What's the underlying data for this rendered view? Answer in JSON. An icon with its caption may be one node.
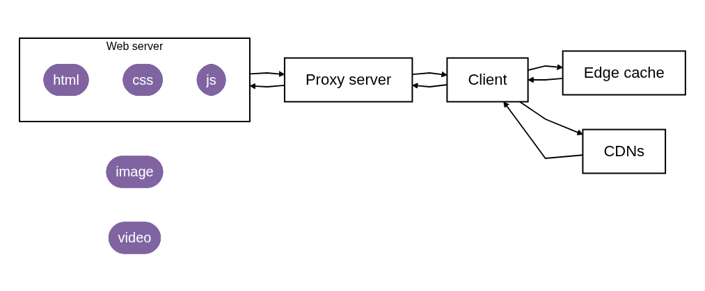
{
  "diagram": {
    "nodes": [
      {
        "text": [
          "Web server"
        ]
      },
      {
        "text": [
          "html"
        ],
        "in": 0
      },
      {
        "text": [
          "css"
        ],
        "in": 0
      },
      {
        "text": [
          "js"
        ],
        "in": 0
      },
      {
        "text": [
          "Proxy server"
        ]
      },
      {
        "text": [
          "Client"
        ]
      },
      {
        "text": [
          "Edge cache"
        ]
      },
      {
        "text": [
          "CDNs"
        ]
      },
      {
        "text": [
          "image"
        ]
      },
      {
        "text": [
          "video"
        ]
      }
    ],
    "edges": [
      {
        "from": 4,
        "to": 0,
        "arrow": "to"
      },
      {
        "from": 0,
        "to": 4,
        "arrow": "to"
      },
      {
        "from": 5,
        "to": 4,
        "arrow": "to"
      },
      {
        "from": 4,
        "to": 5,
        "arrow": "to"
      },
      {
        "from": 5,
        "to": 6,
        "arrow": "to"
      },
      {
        "from": 6,
        "to": 5,
        "arrow": "to"
      },
      {
        "from": 5,
        "to": 7,
        "arrow": "to"
      },
      {
        "from": 7,
        "to": 5,
        "arrow": "to"
      }
    ]
  }
}
